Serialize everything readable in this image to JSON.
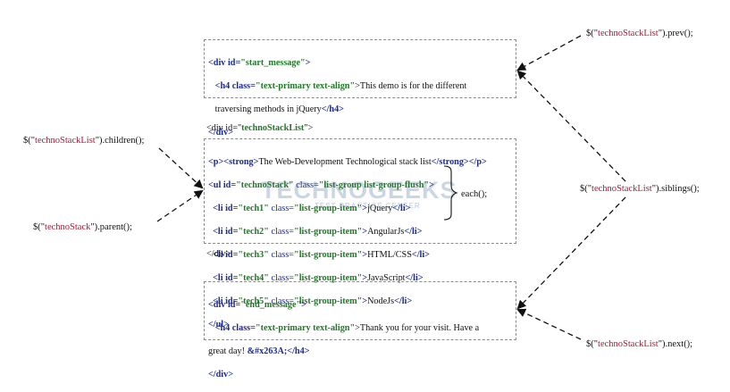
{
  "start_box": {
    "line1_open": "<div id=",
    "line1_value": "\"start_message\"",
    "line1_close": ">",
    "line2_open": "<h4 class=",
    "line2_value": "\"text-primary text-align\"",
    "line2_text": ">This demo is for the different",
    "line3_text": "traversing methods in jQuery",
    "line3_close": "</h4>",
    "line4": "</div>"
  },
  "outer_div": {
    "open_prefix": "<div id=\"",
    "open_id": "technoStackList",
    "open_suffix": "\">",
    "close": "</div>"
  },
  "middle_box": {
    "p_line": {
      "p_open": "<p><strong>",
      "text": "The Web-Development Technological stack list",
      "p_close": "</strong></p>"
    },
    "ul_open": "<ul id=",
    "ul_id": "\"technoStack\"",
    "ul_class_attr": " class=",
    "ul_class": "\"list-group list-group-flush\"",
    "ul_end": ">",
    "items": [
      {
        "id": "\"tech1\"",
        "cls": "\"list-group-item\"",
        "text": "jQuery"
      },
      {
        "id": "\"tech2\"",
        "cls": "\"list-group-item\"",
        "text": "AngularJs"
      },
      {
        "id": "\"tech3\"",
        "cls": "\"list-group-item\"",
        "text": "HTML/CSS"
      },
      {
        "id": "\"tech4\"",
        "cls": "\"list-group-item\"",
        "text": "JavaScript"
      },
      {
        "id": "\"tech5\"",
        "cls": "\"list-group-item\"",
        "text": "NodeJs"
      }
    ],
    "li_open": "<li id=",
    "li_class": " class=",
    "li_gt": ">",
    "li_close": "</li>",
    "ul_close": "</ul>"
  },
  "end_box": {
    "line1_open": "<div id=",
    "line1_value": "\"end_message\"",
    "line1_close": ">",
    "line2_open": "<h4 class=",
    "line2_value": "\"text-primary text-align\"",
    "line2_text": ">Thank you for your visit. Have a",
    "line3_text": "great day! ",
    "line3_entity": "&#x263A;",
    "line3_close": "</h4>",
    "line4": "</div>"
  },
  "calls": {
    "prev": {
      "pre": "$(\"",
      "sel": "technoStackList",
      "post": "\").prev();"
    },
    "children": {
      "pre": "$(\"",
      "sel": "technoStackList",
      "post": "\").children();"
    },
    "parent": {
      "pre": "$(\"",
      "sel": "technoStack",
      "post": "\").parent();"
    },
    "siblings": {
      "pre": "$(\"",
      "sel": "technoStackList",
      "post": "\").siblings();"
    },
    "next": {
      "pre": "$(\"",
      "sel": "technoStackList",
      "post": "\").next();"
    },
    "each": "each();"
  },
  "watermark": {
    "brand": "TECHNOGEEKS",
    "tagline": "TEST PRACTICE CENTER"
  },
  "colors": {
    "tag": "#1a2a9c",
    "string": "#1f7a26",
    "selector": "#a1203a",
    "border": "#8a8a8a"
  }
}
